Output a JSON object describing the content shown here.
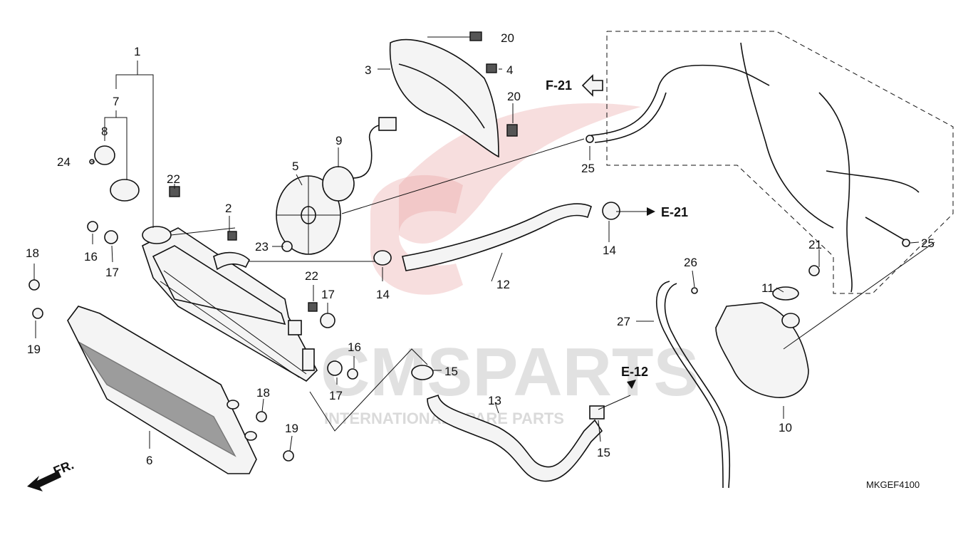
{
  "watermark": {
    "brand": "CMSPARTS",
    "tagline": "INTERNATIONAL SPARE PARTS"
  },
  "callouts": [
    {
      "id": "c1",
      "label": "1"
    },
    {
      "id": "c2",
      "label": "2"
    },
    {
      "id": "c3",
      "label": "3"
    },
    {
      "id": "c4",
      "label": "4"
    },
    {
      "id": "c5",
      "label": "5"
    },
    {
      "id": "c6",
      "label": "6"
    },
    {
      "id": "c7",
      "label": "7"
    },
    {
      "id": "c8",
      "label": "8"
    },
    {
      "id": "c9",
      "label": "9"
    },
    {
      "id": "c10",
      "label": "10"
    },
    {
      "id": "c11",
      "label": "11"
    },
    {
      "id": "c12",
      "label": "12"
    },
    {
      "id": "c13",
      "label": "13"
    },
    {
      "id": "c14a",
      "label": "14"
    },
    {
      "id": "c14b",
      "label": "14"
    },
    {
      "id": "c15a",
      "label": "15"
    },
    {
      "id": "c15b",
      "label": "15"
    },
    {
      "id": "c16a",
      "label": "16"
    },
    {
      "id": "c16b",
      "label": "16"
    },
    {
      "id": "c17a",
      "label": "17"
    },
    {
      "id": "c17b",
      "label": "17"
    },
    {
      "id": "c17c",
      "label": "17"
    },
    {
      "id": "c18a",
      "label": "18"
    },
    {
      "id": "c18b",
      "label": "18"
    },
    {
      "id": "c19a",
      "label": "19"
    },
    {
      "id": "c19b",
      "label": "19"
    },
    {
      "id": "c20a",
      "label": "20"
    },
    {
      "id": "c20b",
      "label": "20"
    },
    {
      "id": "c21",
      "label": "21"
    },
    {
      "id": "c22a",
      "label": "22"
    },
    {
      "id": "c22b",
      "label": "22"
    },
    {
      "id": "c23",
      "label": "23"
    },
    {
      "id": "c24",
      "label": "24"
    },
    {
      "id": "c25a",
      "label": "25"
    },
    {
      "id": "c25b",
      "label": "25"
    },
    {
      "id": "c26",
      "label": "26"
    },
    {
      "id": "c27",
      "label": "27"
    }
  ],
  "references": {
    "f21": "F-21",
    "e21": "E-21",
    "e12": "E-12"
  },
  "direction_label": "FR.",
  "diagram_code": "MKGEF4100"
}
